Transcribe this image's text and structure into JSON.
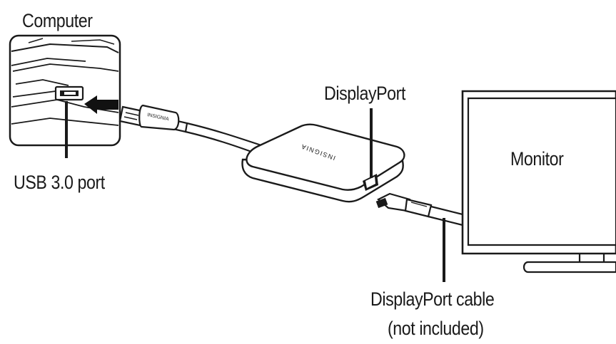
{
  "labels": {
    "computer": "Computer",
    "usb_port": "USB 3.0 port",
    "displayport": "DisplayPort",
    "monitor": "Monitor",
    "cable_line1": "DisplayPort cable",
    "cable_line2": "(not included)"
  },
  "brand_text": "INSIGNIA",
  "colors": {
    "line": "#1a1a1a",
    "fill": "#ffffff",
    "arrow": "#111111"
  }
}
